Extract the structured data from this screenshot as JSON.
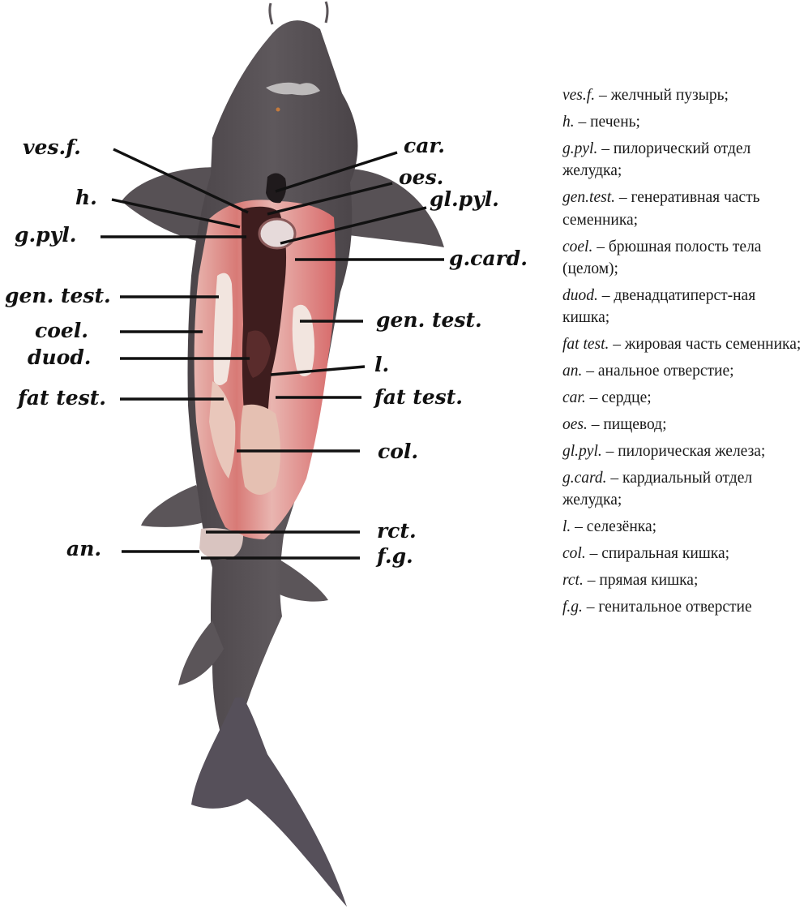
{
  "labels": {
    "ves_f": "ves.f.",
    "h": "h.",
    "g_pyl": "g.pyl.",
    "gen_test_left": "gen. test.",
    "coel": "coel.",
    "duod": "duod.",
    "fat_test_left": "fat test.",
    "an": "an.",
    "car": "car.",
    "oes": "oes.",
    "gl_pyl": "gl.pyl.",
    "g_card": "g.card.",
    "gen_test_right": "gen. test.",
    "l": "l.",
    "fat_test_right": "fat test.",
    "col": "col.",
    "rct": "rct.",
    "f_g": "f.g."
  },
  "legend": [
    {
      "abbr": "ves.f.",
      "text": " – желчный пузырь;"
    },
    {
      "abbr": "h.",
      "text": " – печень;"
    },
    {
      "abbr": "g.pyl.",
      "text": " – пилорический отдел желудка;"
    },
    {
      "abbr": "gen.test.",
      "text": " – генеративная часть семенника;"
    },
    {
      "abbr": "coel.",
      "text": " – брюшная полость тела (целом);"
    },
    {
      "abbr": "duod.",
      "text": " – двенадцатиперст-ная кишка;"
    },
    {
      "abbr": "fat test.",
      "text": " – жировая часть семенника;"
    },
    {
      "abbr": "an.",
      "text": " – анальное отверстие;"
    },
    {
      "abbr": "car.",
      "text": " – сердце;"
    },
    {
      "abbr": "oes.",
      "text": " – пищевод;"
    },
    {
      "abbr": "gl.pyl.",
      "text": " – пилорическая железа;"
    },
    {
      "abbr": "g.card.",
      "text": " – кардиальный отдел желудка;"
    },
    {
      "abbr": "l.",
      "text": " – селезёнка;"
    },
    {
      "abbr": "col.",
      "text": " – спиральная кишка;"
    },
    {
      "abbr": "rct.",
      "text": " – прямая кишка;"
    },
    {
      "abbr": "f.g.",
      "text": " – генитальное отверстие"
    }
  ]
}
